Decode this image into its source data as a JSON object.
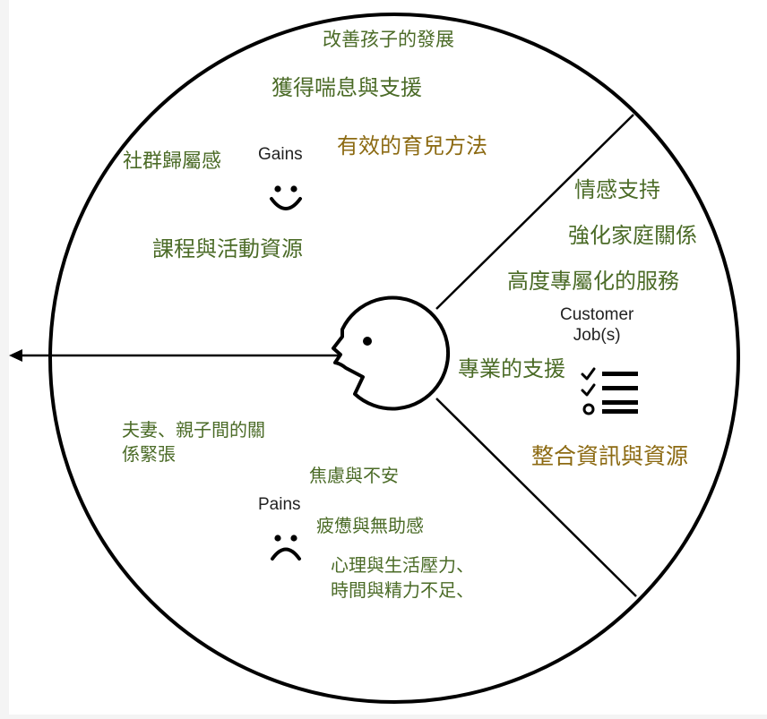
{
  "colors": {
    "green_text": "#4b6b27",
    "gold_text": "#8c6a12",
    "stroke": "#000000",
    "background": "#ffffff"
  },
  "gains": {
    "label": "Gains",
    "icon": "smiley-face-icon",
    "items": [
      "改善孩子的發展",
      "獲得喘息與支援",
      "社群歸屬感",
      "有效的育兒方法",
      "課程與活動資源"
    ]
  },
  "jobs": {
    "label": "Customer\nJob(s)",
    "icon": "checklist-icon",
    "items": [
      "情感支持",
      "強化家庭關係",
      "高度專屬化的服務",
      "專業的支援",
      "整合資訊與資源"
    ]
  },
  "pains": {
    "label": "Pains",
    "icon": "frown-face-icon",
    "items": [
      "夫妻、親子間的關\n係緊張",
      "焦慮與不安",
      "疲憊與無助感",
      "心理與生活壓力、\n時間與精力不足、"
    ]
  },
  "center": {
    "icon": "customer-head-icon"
  }
}
